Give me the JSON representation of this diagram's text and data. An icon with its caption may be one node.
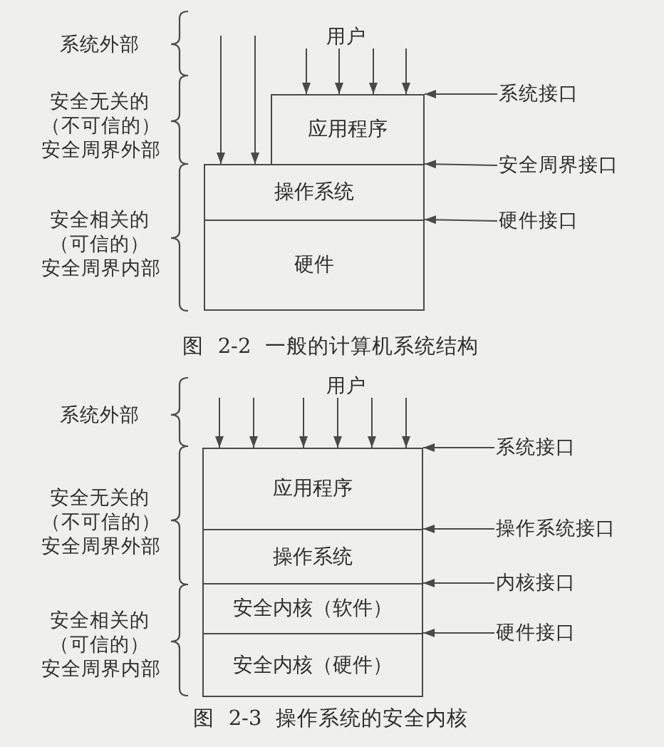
{
  "diagram": {
    "nodes": [
      {
        "text": [
          "用户"
        ]
      },
      {
        "text": [
          "应用程序"
        ]
      },
      {
        "text": [
          "操作系统"
        ]
      },
      {
        "text": [
          "硬件"
        ]
      },
      {
        "text": [
          "系统接口"
        ]
      },
      {
        "text": [
          "安全周界接口"
        ]
      },
      {
        "text": [
          "硬件接口"
        ]
      },
      {
        "text": [
          "用户"
        ]
      },
      {
        "text": [
          "应用程序"
        ]
      },
      {
        "text": [
          "操作系统"
        ]
      },
      {
        "text": [
          "安全内核（软件）"
        ]
      },
      {
        "text": [
          "安全内核（硬件）"
        ]
      },
      {
        "text": [
          "系统接口"
        ]
      },
      {
        "text": [
          "操作系统接口"
        ]
      },
      {
        "text": [
          "内核接口"
        ]
      },
      {
        "text": [
          "硬件接口"
        ]
      }
    ],
    "edges": [
      {
        "from": null,
        "to": 2,
        "arrow": "to"
      },
      {
        "from": null,
        "to": 2,
        "arrow": "to"
      },
      {
        "from": 0,
        "to": 1,
        "arrow": "to"
      },
      {
        "from": 0,
        "to": 1,
        "arrow": "to"
      },
      {
        "from": 0,
        "to": 1,
        "arrow": "to"
      },
      {
        "from": 0,
        "to": 1,
        "arrow": "to"
      },
      {
        "from": 4,
        "to": 1,
        "arrow": "to"
      },
      {
        "from": 5,
        "to": 2,
        "arrow": "to"
      },
      {
        "from": 6,
        "to": 3,
        "arrow": "to"
      },
      {
        "from": null,
        "to": 8,
        "arrow": "to"
      },
      {
        "from": null,
        "to": 8,
        "arrow": "to"
      },
      {
        "from": 7,
        "to": 8,
        "arrow": "to"
      },
      {
        "from": 7,
        "to": 8,
        "arrow": "to"
      },
      {
        "from": 7,
        "to": 8,
        "arrow": "to"
      },
      {
        "from": 7,
        "to": 8,
        "arrow": "to"
      },
      {
        "from": 12,
        "to": 8,
        "arrow": "to"
      },
      {
        "from": 13,
        "to": 9,
        "arrow": "to"
      },
      {
        "from": 14,
        "to": 10,
        "arrow": "to"
      },
      {
        "from": 15,
        "to": 11,
        "arrow": "to"
      }
    ],
    "labels": [
      "系统外部",
      "安全无关的（不可信的）安全周界外部",
      "安全相关的（可信的）安全周界内部",
      "图 2-2 一般的计算机系统结构",
      "系统外部",
      "安全无关的（不可信的）安全周界外部",
      "安全相关的（可信的）安全周界内部",
      "图 2-3 操作系统的安全内核"
    ]
  }
}
